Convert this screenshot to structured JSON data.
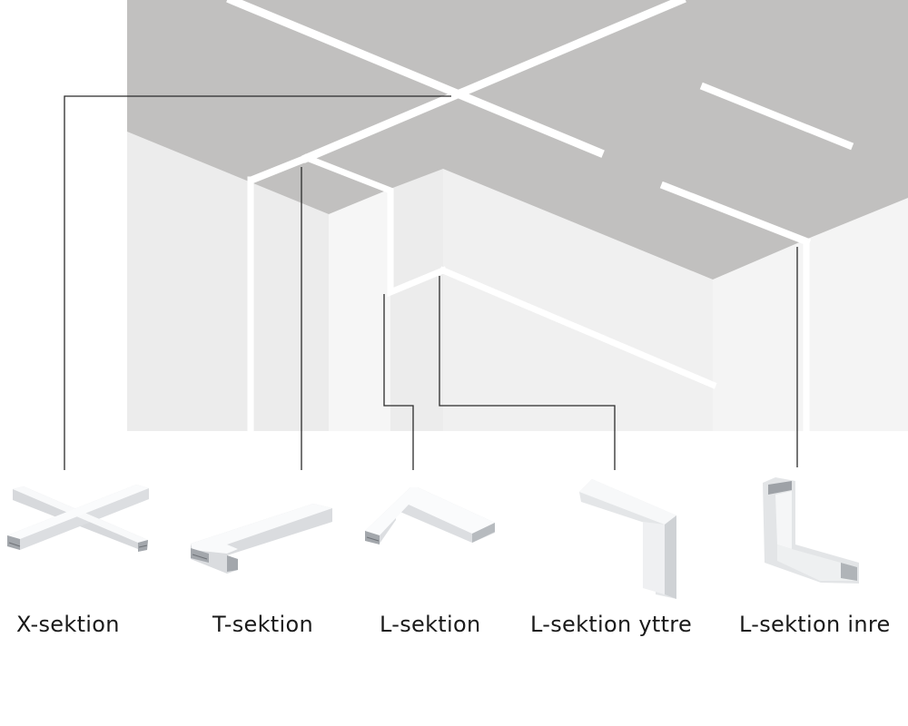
{
  "profiles": [
    {
      "id": "x",
      "label": "X-sektion"
    },
    {
      "id": "t",
      "label": "T-sektion"
    },
    {
      "id": "l",
      "label": "L-sektion"
    },
    {
      "id": "l-outer",
      "label": "L-sektion yttre"
    },
    {
      "id": "l-inner",
      "label": "L-sektion inre"
    }
  ],
  "colors": {
    "ceiling": "#c1c0bf",
    "wall_light": "#f2f2f2",
    "wall_mid": "#ebebeb",
    "led": "#ffffff",
    "leader": "#2b2b2b",
    "label": "#1a1a1a",
    "aluminium": "#b9bcc0"
  }
}
